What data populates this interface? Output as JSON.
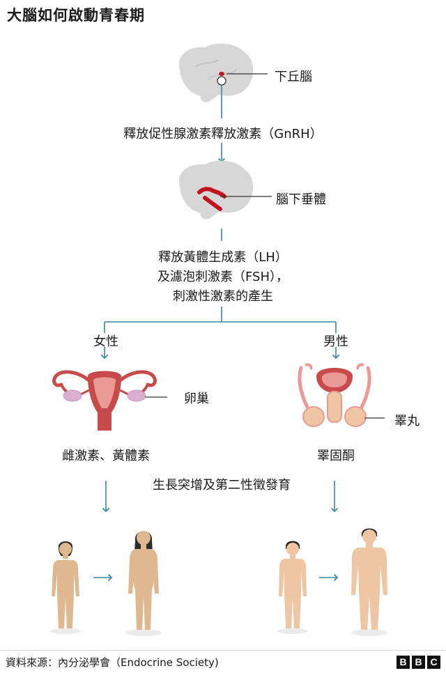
{
  "title": "大腦如何啟動青春期",
  "labels": {
    "hypothalamus": "下丘腦",
    "gnrh": "釋放促性腺激素釋放激素（GnRH）",
    "pituitary": "腦下垂體",
    "lh_fsh_lines": [
      "釋放黃體生成素（LH）",
      "及濾泡刺激素（FSH），",
      "刺激性激素的產生"
    ],
    "female": "女性",
    "male": "男性",
    "ovary": "卵巢",
    "testis": "睪丸",
    "female_hormones": "雌激素、黃體素",
    "male_hormones": "睪固酮",
    "growth": "生長突增及第二性徵發育"
  },
  "footer": {
    "source": "資料來源：內分泌學會（Endocrine Society)",
    "brand_letters": [
      "B",
      "B",
      "C"
    ]
  },
  "colors": {
    "arrow": "#3b86a5",
    "brain": "#d7d7d7",
    "highlight": "#c1121f",
    "female_body": "#e0b890",
    "male_body": "#efc6a3",
    "organ_red": "#c84a4a",
    "organ_pink": "#e99a94",
    "organ_lilac": "#dcaed0"
  }
}
